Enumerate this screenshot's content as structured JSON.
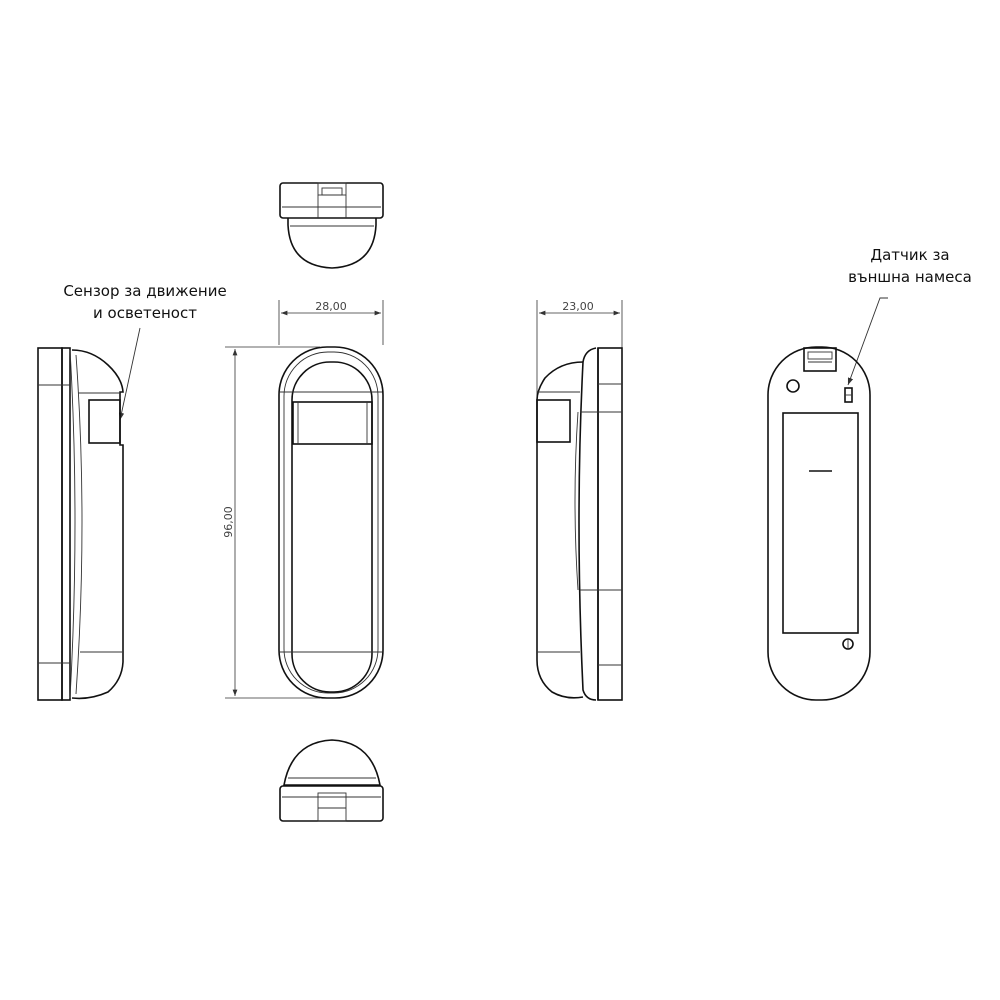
{
  "annotations": {
    "motion_sensor": {
      "line1": "Сензор за движение",
      "line2": "и осветеност"
    },
    "tamper_sensor": {
      "line1": "Датчик за",
      "line2": "външна намеса"
    }
  },
  "dimensions": {
    "front_width": "28,00",
    "front_height": "96,00",
    "side_depth": "23,00"
  }
}
